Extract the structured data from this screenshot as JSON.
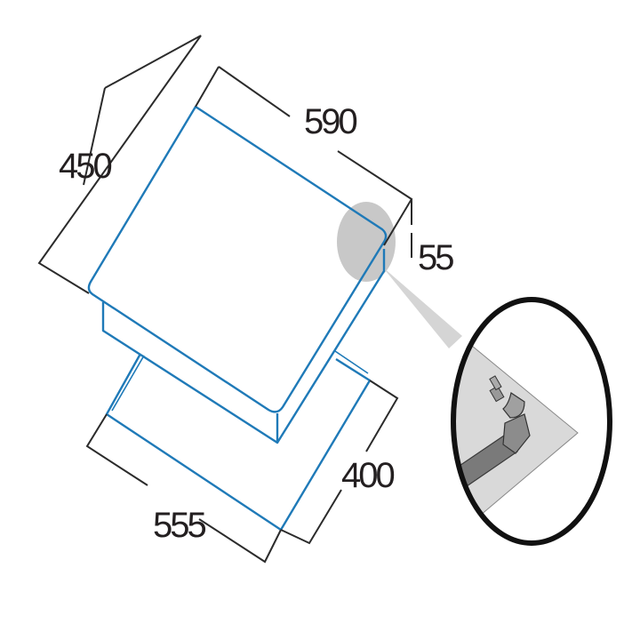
{
  "diagram": {
    "subject": "built-in hob installation dimensions",
    "units": "mm",
    "dimensions": {
      "width": "590",
      "depth": "450",
      "height": "55",
      "cutout_width": "555",
      "cutout_depth": "400"
    },
    "detail_callout": {
      "label": "gas connection detail",
      "content": "gas-pipe-elbow-fitting"
    },
    "colors": {
      "outline_blue": "#1f7ab8",
      "dimension_lines": "#2b2b2b",
      "highlight_gray": "#c8c8c8",
      "callout_ring": "#111111"
    }
  }
}
